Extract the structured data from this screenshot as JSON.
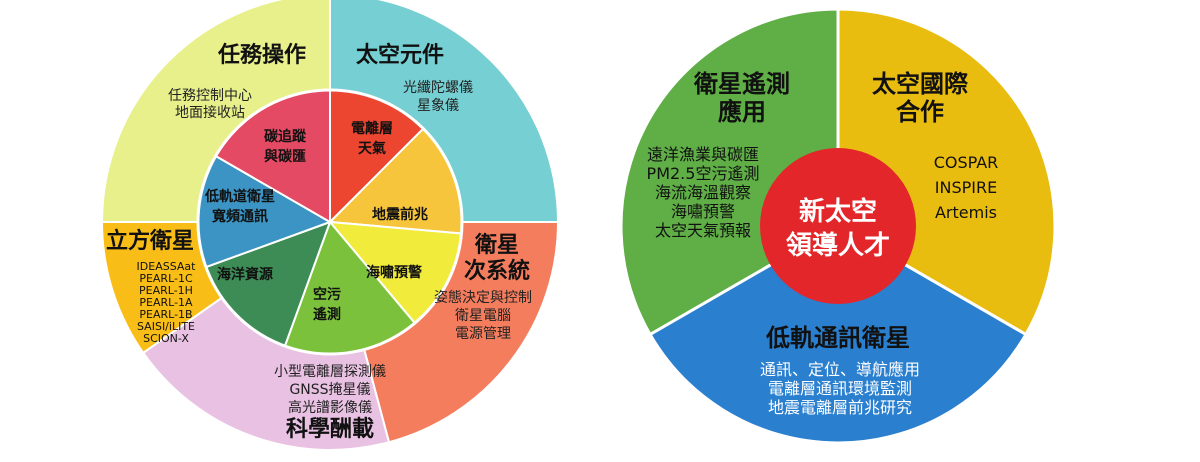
{
  "left_wheel": {
    "outer": [
      {
        "title": [
          "任務操作"
        ],
        "items": [
          "任務控制中心",
          "地面接收站"
        ],
        "color": "#e8f08c"
      },
      {
        "title": [
          "太空元件"
        ],
        "items": [
          "光纖陀螺儀",
          "星象儀"
        ],
        "color": "#76cfd3"
      },
      {
        "title": [
          "衛星",
          "次系統"
        ],
        "items": [
          "姿態決定與控制",
          "衛星電腦",
          "電源管理"
        ],
        "color": "#f47d5e"
      },
      {
        "title": [
          "科學酬載"
        ],
        "items": [
          "小型電離層探測儀",
          "GNSS掩星儀",
          "高光譜影像儀"
        ],
        "color": "#e9c2e3"
      },
      {
        "title": [
          "立方衛星"
        ],
        "items": [
          "IDEASSAat",
          "PEARL-1C",
          "PEARL-1H",
          "PEARL-1A",
          "PEARL-1B",
          "SAISI/iLITE",
          "SCION-X"
        ],
        "color": "#f9bd17"
      }
    ],
    "inner": [
      {
        "label": [
          "電離層",
          "天氣"
        ],
        "color": "#ec4530"
      },
      {
        "label": [
          "地震前兆"
        ],
        "color": "#f7c53c"
      },
      {
        "label": [
          "海嘯預警"
        ],
        "color": "#f1ec3c"
      },
      {
        "label": [
          "空污",
          "遙測"
        ],
        "color": "#7cc13b"
      },
      {
        "label": [
          "海洋資源"
        ],
        "color": "#3d8c56"
      },
      {
        "label": [
          "低軌道衛星",
          "寬頻通訊"
        ],
        "color": "#3b94c3"
      },
      {
        "label": [
          "碳追蹤",
          "與碳匯"
        ],
        "color": "#e44a63"
      }
    ]
  },
  "right_wheel": {
    "center": [
      "新太空",
      "領導人才"
    ],
    "center_color": "#e3262a",
    "sectors": [
      {
        "title": [
          "衛星遙測",
          "應用"
        ],
        "items": [
          "遠洋漁業與碳匯",
          "PM2.5空污遙測",
          "海流海溫觀察",
          "海嘯預警",
          "太空天氣預報"
        ],
        "color": "#5fae46"
      },
      {
        "title": [
          "太空國際",
          "合作"
        ],
        "items": [
          "COSPAR",
          "INSPIRE",
          "Artemis"
        ],
        "color": "#e9bd10"
      },
      {
        "title": [
          "低軌通訊衛星"
        ],
        "items": [
          "通訊、定位、導航應用",
          "電離層通訊環境監測",
          "地震電離層前兆研究"
        ],
        "color": "#2a7fcf"
      }
    ]
  }
}
